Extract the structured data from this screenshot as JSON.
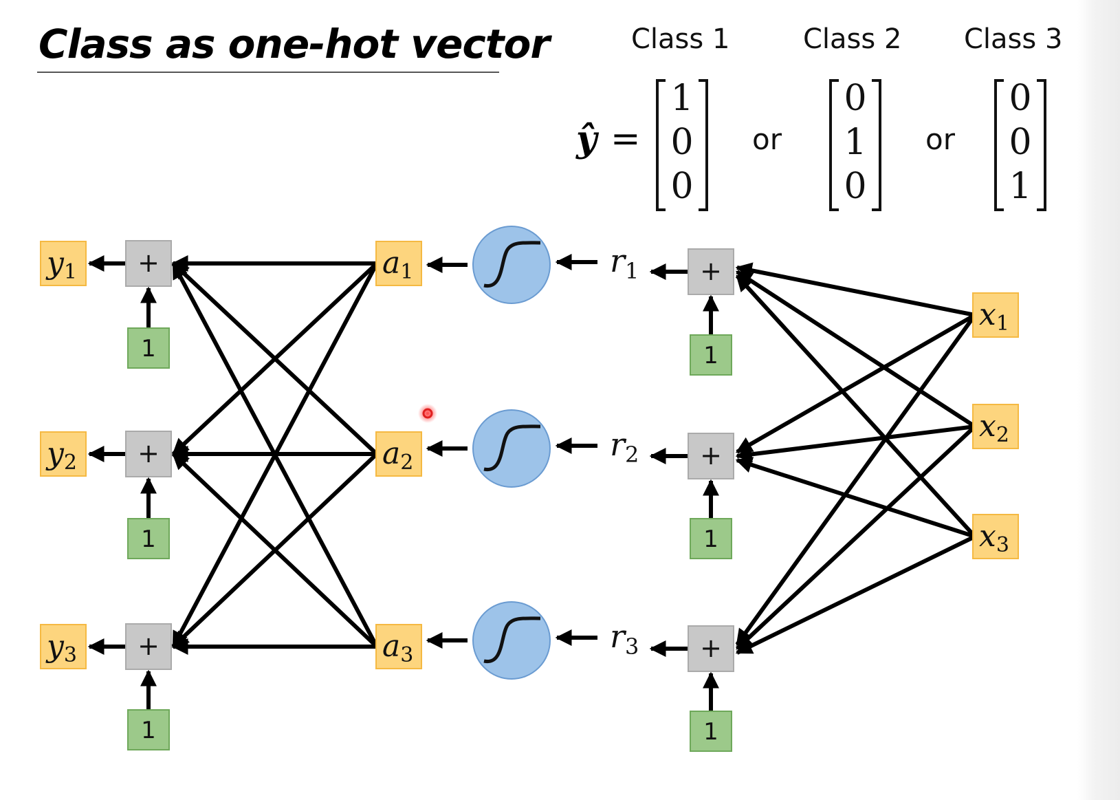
{
  "title": "Class as one-hot vector",
  "classes": [
    {
      "label": "Class 1",
      "vector": [
        "1",
        "0",
        "0"
      ]
    },
    {
      "label": "Class 2",
      "vector": [
        "0",
        "1",
        "0"
      ]
    },
    {
      "label": "Class 3",
      "vector": [
        "0",
        "0",
        "1"
      ]
    }
  ],
  "equation": {
    "lhs": "ŷ",
    "equals": "=",
    "separator": "or"
  },
  "colors": {
    "io_node_fill": "#fdd57e",
    "io_node_stroke": "#f5b942",
    "sum_node_fill": "#c8c8c8",
    "sum_node_stroke": "#aaaaaa",
    "bias_node_fill": "#9cc98a",
    "bias_node_stroke": "#6ea85a",
    "sigmoid_fill": "#9dc3e9",
    "sigmoid_stroke": "#6a9bd1",
    "edge": "#000000",
    "pointer": "#e0201f"
  },
  "network": {
    "sum_label": "+",
    "bias_label": "1",
    "outputs": [
      {
        "name": "y",
        "sub": "1"
      },
      {
        "name": "y",
        "sub": "2"
      },
      {
        "name": "y",
        "sub": "3"
      }
    ],
    "activations": [
      {
        "name": "a",
        "sub": "1"
      },
      {
        "name": "a",
        "sub": "2"
      },
      {
        "name": "a",
        "sub": "3"
      }
    ],
    "pre_activations": [
      {
        "name": "r",
        "sub": "1"
      },
      {
        "name": "r",
        "sub": "2"
      },
      {
        "name": "r",
        "sub": "3"
      }
    ],
    "inputs": [
      {
        "name": "x",
        "sub": "1"
      },
      {
        "name": "x",
        "sub": "2"
      },
      {
        "name": "x",
        "sub": "3"
      }
    ],
    "sigmoid_icon": "sigmoid-curve-icon",
    "pointer_icon": "red-laser-pointer-dot"
  }
}
